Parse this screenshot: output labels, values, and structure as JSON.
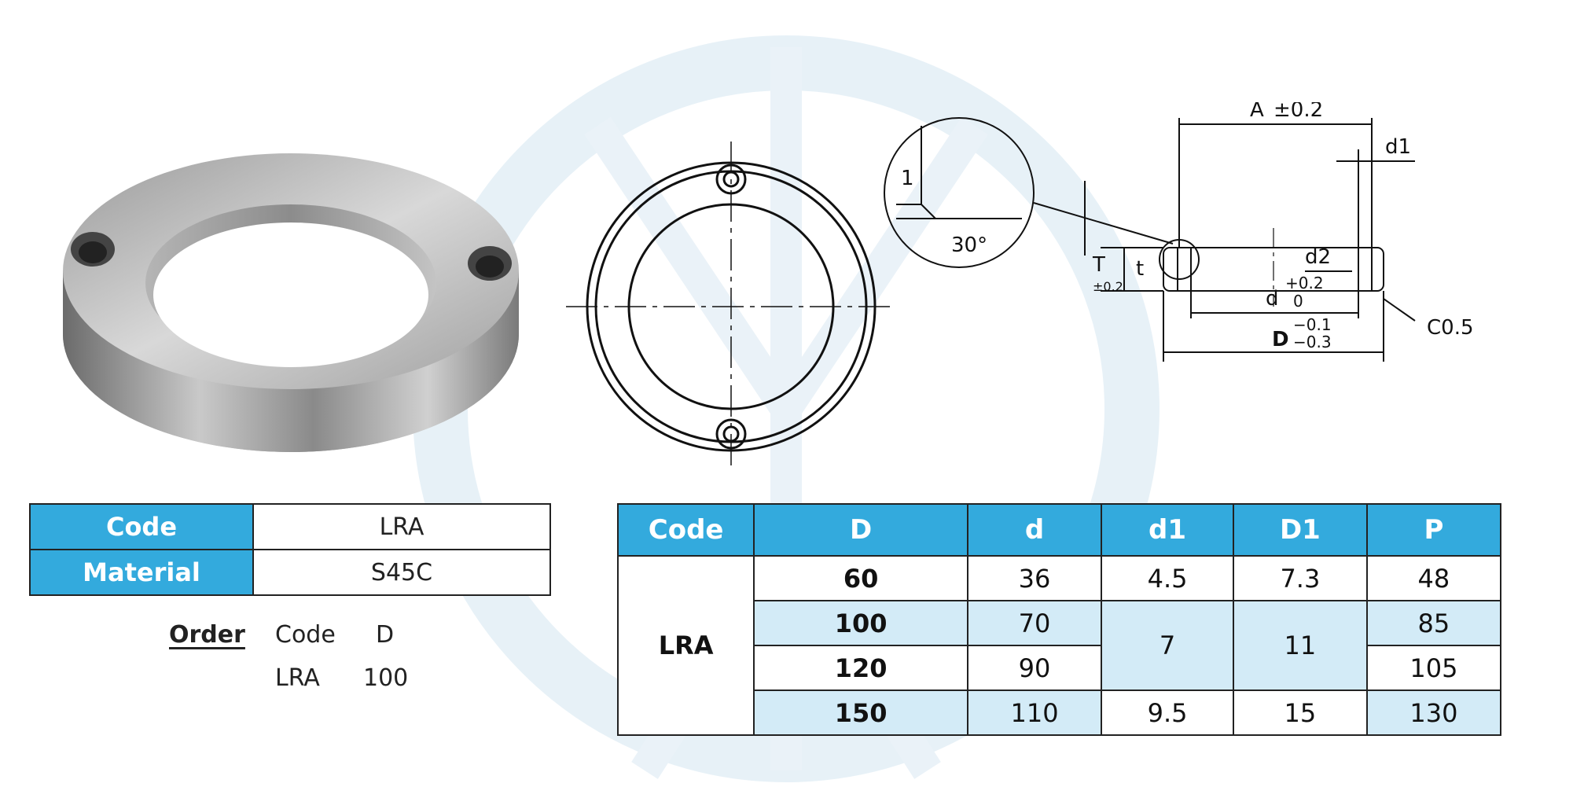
{
  "spec": {
    "code_label": "Code",
    "code_value": "LRA",
    "material_label": "Material",
    "material_value": "S45C"
  },
  "order": {
    "label": "Order",
    "headers": [
      "Code",
      "D"
    ],
    "example": [
      "LRA",
      "100"
    ]
  },
  "drawing": {
    "A": "A",
    "A_tol": "±0.2",
    "d1": "d1",
    "d2": "d2",
    "T": "T",
    "T_tol": "±0.2",
    "t": "t",
    "d": "d",
    "d_tol_upper": "+0.2",
    "d_tol_lower": "0",
    "D": "D",
    "D_tol_upper": "−0.1",
    "D_tol_lower": "−0.3",
    "C": "C0.5",
    "detail_1": "1",
    "angle": "30°"
  },
  "table": {
    "headers": [
      "Code",
      "D",
      "d",
      "d1",
      "D1",
      "P"
    ],
    "code": "LRA",
    "rows": [
      {
        "D": "60",
        "d": "36",
        "d1": "4.5",
        "D1": "7.3",
        "P": "48"
      },
      {
        "D": "100",
        "d": "70",
        "P": "85"
      },
      {
        "D": "120",
        "d": "90",
        "P": "105"
      },
      {
        "D": "150",
        "d": "110",
        "d1": "9.5",
        "D1": "15",
        "P": "130"
      }
    ],
    "merged": {
      "d1": "7",
      "D1": "11"
    }
  },
  "colors": {
    "header_blue": "#33aadd",
    "row_light_blue": "#d3ebf7",
    "watermark": "#e6f0f7"
  }
}
